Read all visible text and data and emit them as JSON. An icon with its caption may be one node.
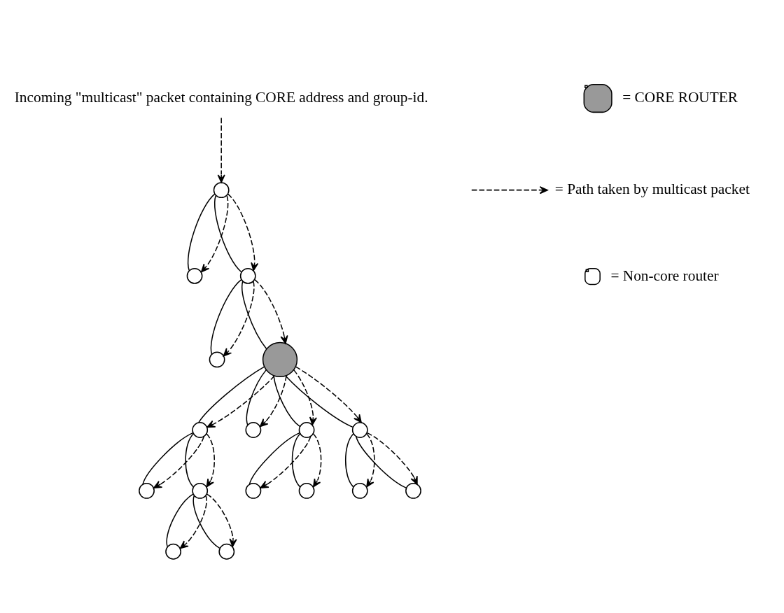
{
  "diagram": {
    "nodes": [
      {
        "text": [
          "Incoming \"multicast\" packet containing CORE address and group-id."
        ]
      },
      {
        "text": [],
        "shape": "circle"
      },
      {
        "text": [],
        "shape": "circle"
      },
      {
        "text": [],
        "shape": "circle"
      },
      {
        "text": [],
        "shape": "circle"
      },
      {
        "text": [],
        "shape": "circle"
      },
      {
        "text": [],
        "shape": "circle"
      },
      {
        "text": [],
        "shape": "circle"
      },
      {
        "text": [],
        "shape": "circle"
      },
      {
        "text": [],
        "shape": "circle"
      },
      {
        "text": [],
        "shape": "circle"
      },
      {
        "text": [],
        "shape": "circle"
      },
      {
        "text": [],
        "shape": "circle"
      },
      {
        "text": [],
        "shape": "circle"
      },
      {
        "text": [],
        "shape": "circle"
      },
      {
        "text": [],
        "shape": "circle"
      },
      {
        "text": [],
        "shape": "circle"
      },
      {
        "text": [],
        "shape": "circle"
      }
    ],
    "edges": [
      {
        "from": 0,
        "to": 1,
        "arrow": "to",
        "style": "dashed"
      },
      {
        "from": 1,
        "to": 2,
        "arrow": "none"
      },
      {
        "from": 1,
        "to": 2,
        "arrow": "to",
        "style": "dashed"
      },
      {
        "from": 1,
        "to": 3,
        "arrow": "none"
      },
      {
        "from": 1,
        "to": 3,
        "arrow": "to",
        "style": "dashed"
      },
      {
        "from": 3,
        "to": 4,
        "arrow": "none"
      },
      {
        "from": 3,
        "to": 4,
        "arrow": "to",
        "style": "dashed"
      },
      {
        "from": 3,
        "to": 5,
        "arrow": "none"
      },
      {
        "from": 3,
        "to": 5,
        "arrow": "to",
        "style": "dashed"
      },
      {
        "from": 5,
        "to": 6,
        "arrow": "none"
      },
      {
        "from": 5,
        "to": 6,
        "arrow": "to",
        "style": "dashed"
      },
      {
        "from": 6,
        "to": 7,
        "arrow": "none"
      },
      {
        "from": 6,
        "to": 7,
        "arrow": "to",
        "style": "dashed"
      },
      {
        "from": 6,
        "to": 8,
        "arrow": "none"
      },
      {
        "from": 6,
        "to": 8,
        "arrow": "to",
        "style": "dashed"
      },
      {
        "from": 8,
        "to": 9,
        "arrow": "none"
      },
      {
        "from": 8,
        "to": 9,
        "arrow": "to",
        "style": "dashed"
      },
      {
        "from": 8,
        "to": 10,
        "arrow": "none"
      },
      {
        "from": 8,
        "to": 10,
        "arrow": "to",
        "style": "dashed"
      },
      {
        "from": 5,
        "to": 11,
        "arrow": "none"
      },
      {
        "from": 5,
        "to": 11,
        "arrow": "to",
        "style": "dashed"
      },
      {
        "from": 5,
        "to": 12,
        "arrow": "none"
      },
      {
        "from": 5,
        "to": 12,
        "arrow": "to",
        "style": "dashed"
      },
      {
        "from": 12,
        "to": 13,
        "arrow": "none"
      },
      {
        "from": 12,
        "to": 13,
        "arrow": "to",
        "style": "dashed"
      },
      {
        "from": 12,
        "to": 14,
        "arrow": "none"
      },
      {
        "from": 12,
        "to": 14,
        "arrow": "to",
        "style": "dashed"
      },
      {
        "from": 5,
        "to": 15,
        "arrow": "none"
      },
      {
        "from": 5,
        "to": 15,
        "arrow": "to",
        "style": "dashed"
      },
      {
        "from": 15,
        "to": 16,
        "arrow": "none"
      },
      {
        "from": 15,
        "to": 16,
        "arrow": "to",
        "style": "dashed"
      },
      {
        "from": 15,
        "to": 17,
        "arrow": "none"
      },
      {
        "from": 15,
        "to": 17,
        "arrow": "to",
        "style": "dashed"
      }
    ],
    "legend": [
      {
        "text": "= CORE ROUTER"
      },
      {
        "text": "= Path taken by multicast packet"
      },
      {
        "text": "= Non-core router"
      }
    ]
  }
}
